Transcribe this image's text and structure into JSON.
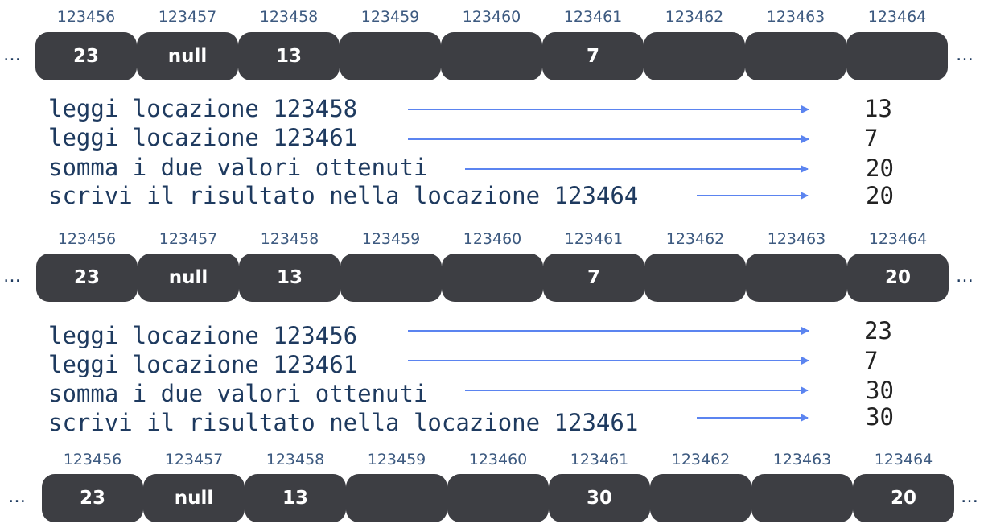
{
  "memory_rows": [
    {
      "addresses": [
        "123456",
        "123457",
        "123458",
        "123459",
        "123460",
        "123461",
        "123462",
        "123463",
        "123464"
      ],
      "values": [
        "23",
        "null",
        "13",
        "",
        "",
        "7",
        "",
        "",
        ""
      ],
      "ellipsis_left": "…",
      "ellipsis_right": "…"
    },
    {
      "addresses": [
        "123456",
        "123457",
        "123458",
        "123459",
        "123460",
        "123461",
        "123462",
        "123463",
        "123464"
      ],
      "values": [
        "23",
        "null",
        "13",
        "",
        "",
        "7",
        "",
        "",
        "20"
      ],
      "ellipsis_left": "…",
      "ellipsis_right": "…"
    },
    {
      "addresses": [
        "123456",
        "123457",
        "123458",
        "123459",
        "123460",
        "123461",
        "123462",
        "123463",
        "123464"
      ],
      "values": [
        "23",
        "null",
        "13",
        "",
        "",
        "30",
        "",
        "",
        "20"
      ],
      "ellipsis_left": "…",
      "ellipsis_right": "…"
    }
  ],
  "programs": [
    {
      "steps": [
        {
          "instruction": "leggi locazione 123458",
          "result": "13"
        },
        {
          "instruction": "leggi locazione 123461",
          "result": "7"
        },
        {
          "instruction": "somma i due valori ottenuti",
          "result": "20"
        },
        {
          "instruction": "scrivi il risultato nella locazione 123464",
          "result": "20"
        }
      ]
    },
    {
      "steps": [
        {
          "instruction": "leggi locazione 123456",
          "result": "23"
        },
        {
          "instruction": "leggi locazione 123461",
          "result": "7"
        },
        {
          "instruction": "somma i due valori ottenuti",
          "result": "30"
        },
        {
          "instruction": "scrivi il risultato nella locazione 123461",
          "result": "30"
        }
      ]
    }
  ],
  "colors": {
    "cell_fill": "#3d3e43",
    "address_text": "#3d5a80",
    "instruction_text": "#1e3a5f",
    "arrow": "#5b84f0"
  }
}
